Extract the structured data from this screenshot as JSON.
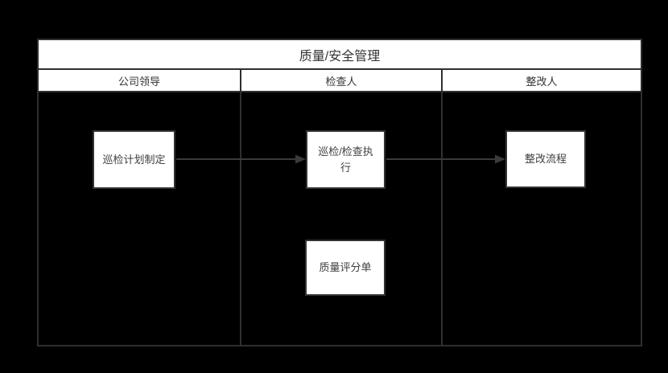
{
  "diagram": {
    "title": "质量/安全管理",
    "lanes": [
      {
        "label": "公司领导"
      },
      {
        "label": "检查人"
      },
      {
        "label": "整改人"
      }
    ],
    "nodes": [
      {
        "id": "plan",
        "lane": "公司领导",
        "label": "巡检计划制定"
      },
      {
        "id": "execute",
        "lane": "检查人",
        "label": "巡检/检查执行"
      },
      {
        "id": "rectify",
        "lane": "整改人",
        "label": "整改流程"
      },
      {
        "id": "score",
        "lane": "检查人",
        "label": "质量评分单"
      }
    ],
    "edges": [
      {
        "from": "plan",
        "to": "execute"
      },
      {
        "from": "execute",
        "to": "rectify"
      }
    ]
  },
  "colors": {
    "page_background": "#000000",
    "band_background": "#ffffff",
    "node_background": "#ffffff",
    "frame_border": "#2f2f31",
    "node_border": "#333336",
    "arrow": "#3a3a3c",
    "text": "#333333"
  }
}
